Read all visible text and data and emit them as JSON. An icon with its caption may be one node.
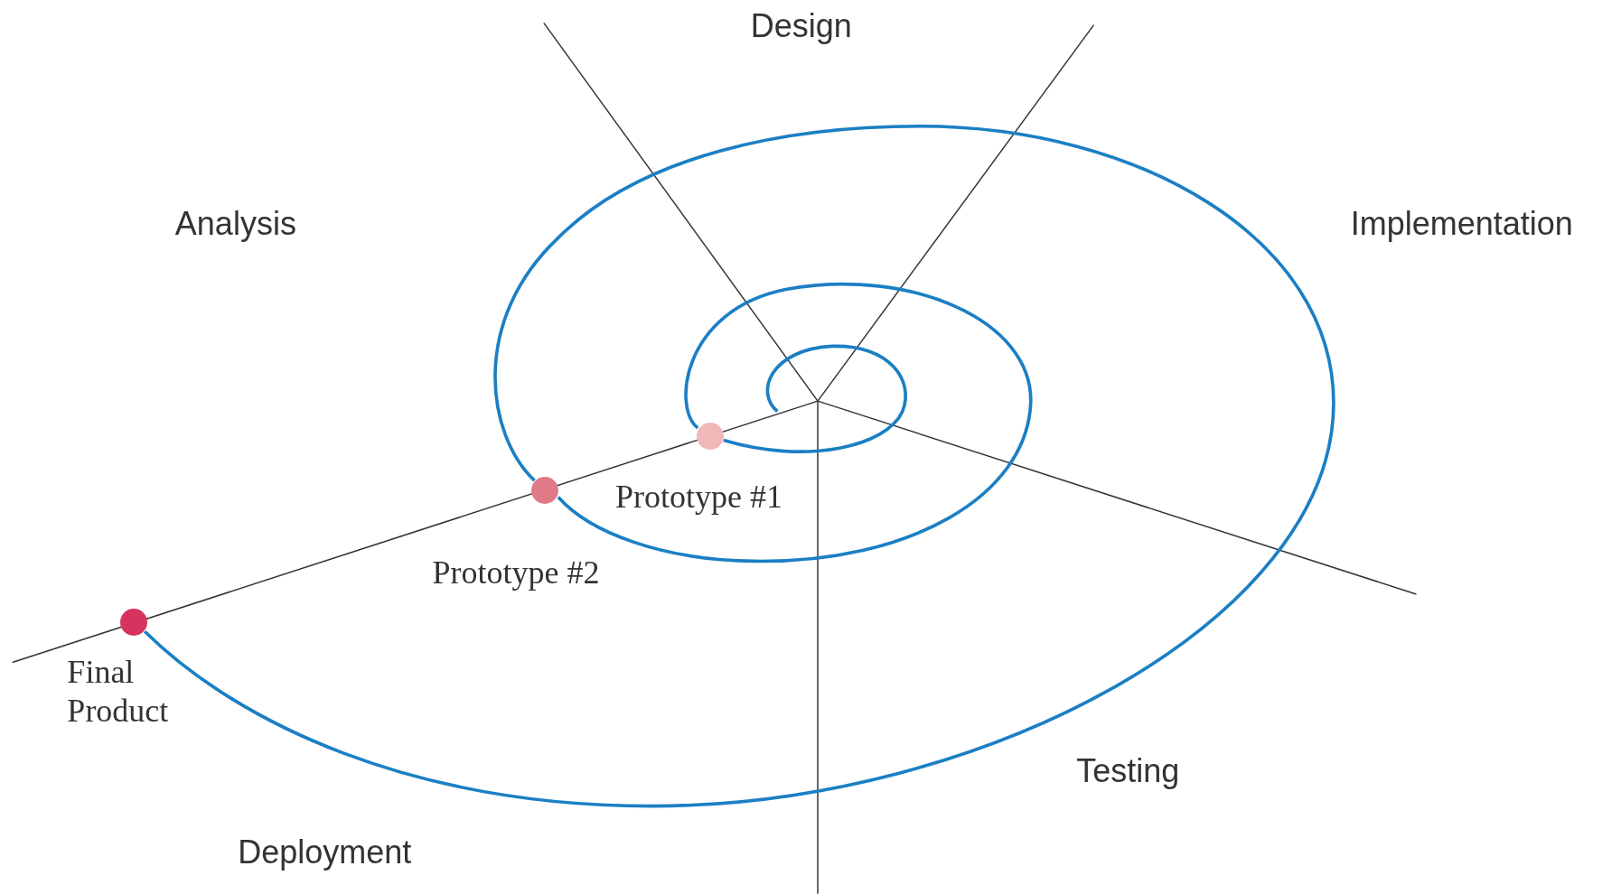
{
  "diagram": {
    "nodes": [
      {
        "text": [],
        "shape": "circle",
        "beside": [
          "Prototype #1"
        ]
      },
      {
        "text": [],
        "shape": "circle",
        "beside": [
          "Prototype #2"
        ]
      },
      {
        "text": [],
        "shape": "circle",
        "beside": [
          "Final Product"
        ]
      }
    ],
    "edges": [
      {
        "from": null,
        "to": 0,
        "arrow": "none"
      },
      {
        "from": 0,
        "to": 1,
        "arrow": "none"
      },
      {
        "from": 1,
        "to": 2,
        "arrow": "none"
      }
    ],
    "labels": [
      "Design",
      "Analysis",
      "Implementation",
      "Testing",
      "Deployment"
    ]
  }
}
